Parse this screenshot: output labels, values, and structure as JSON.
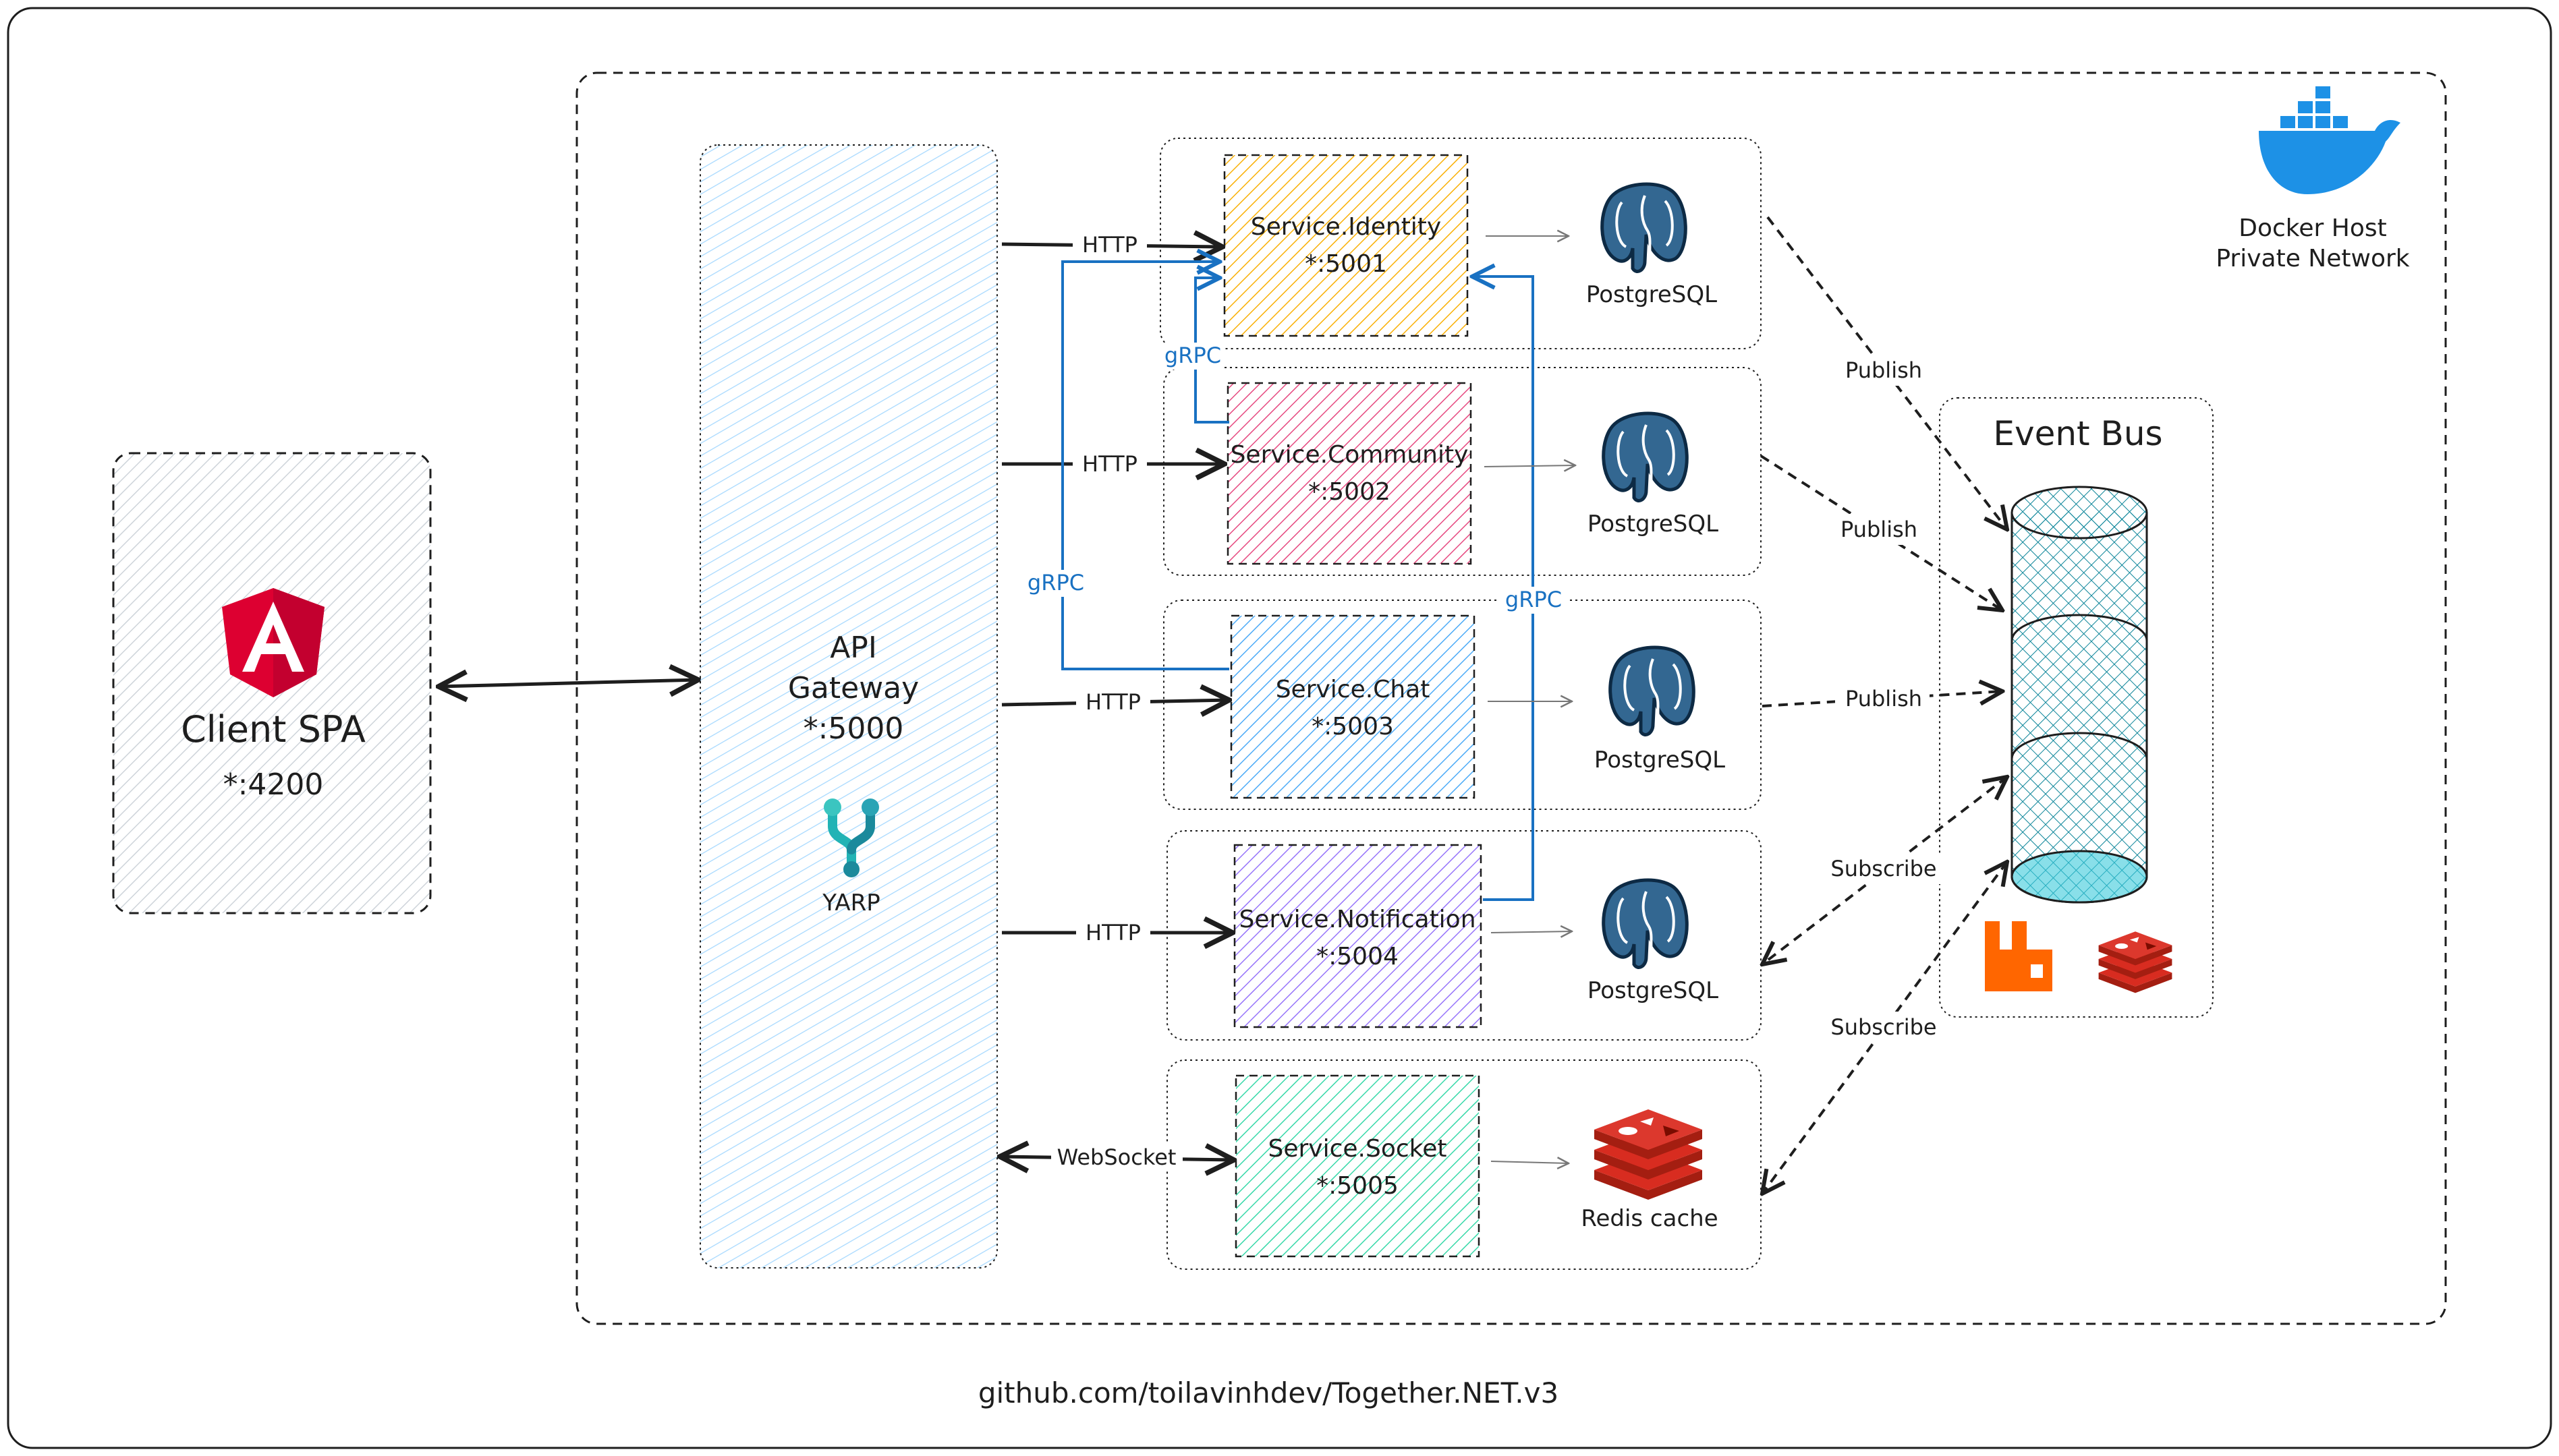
{
  "client": {
    "name": "Client SPA",
    "port": "*:4200",
    "icon": "angular-icon"
  },
  "gateway": {
    "name_line1": "API",
    "name_line2": "Gateway",
    "port": "*:5000",
    "proxy_label": "YARP",
    "proxy_icon": "yarp-icon"
  },
  "docker": {
    "line1": "Docker Host",
    "line2": "Private Network",
    "icon": "docker-whale-icon"
  },
  "event_bus": {
    "title": "Event Bus",
    "icons": [
      "rabbitmq-icon",
      "redis-icon"
    ]
  },
  "services": [
    {
      "name": "Service.Identity",
      "port": "*:5001",
      "db": "PostgreSQL",
      "db_icon": "postgresql-icon",
      "protocol": "HTTP",
      "bus_label": "Publish",
      "color": "#ffd43b"
    },
    {
      "name": "Service.Community",
      "port": "*:5002",
      "db": "PostgreSQL",
      "db_icon": "postgresql-icon",
      "protocol": "HTTP",
      "bus_label": "Publish",
      "color": "#e64980"
    },
    {
      "name": "Service.Chat",
      "port": "*:5003",
      "db": "PostgreSQL",
      "db_icon": "postgresql-icon",
      "protocol": "HTTP",
      "bus_label": "Publish",
      "color": "#4dabf7"
    },
    {
      "name": "Service.Notification",
      "port": "*:5004",
      "db": "PostgreSQL",
      "db_icon": "postgresql-icon",
      "protocol": "HTTP",
      "bus_label": "Subscribe",
      "color": "#9775fa"
    },
    {
      "name": "Service.Socket",
      "port": "*:5005",
      "db": "Redis cache",
      "db_icon": "redis-icon",
      "protocol": "WebSocket",
      "bus_label": "Subscribe",
      "color": "#38d9a9"
    }
  ],
  "grpc_labels": [
    "gRPC",
    "gRPC",
    "gRPC"
  ],
  "footer": "github.com/toilavinhdev/Together.NET.v3",
  "colors": {
    "grpc": "#1971c2",
    "stroke": "#1e1e1e",
    "gateway_fill": "#a5d8ff",
    "client_fill": "#ced4da",
    "bus_fill": "#0c8599"
  }
}
